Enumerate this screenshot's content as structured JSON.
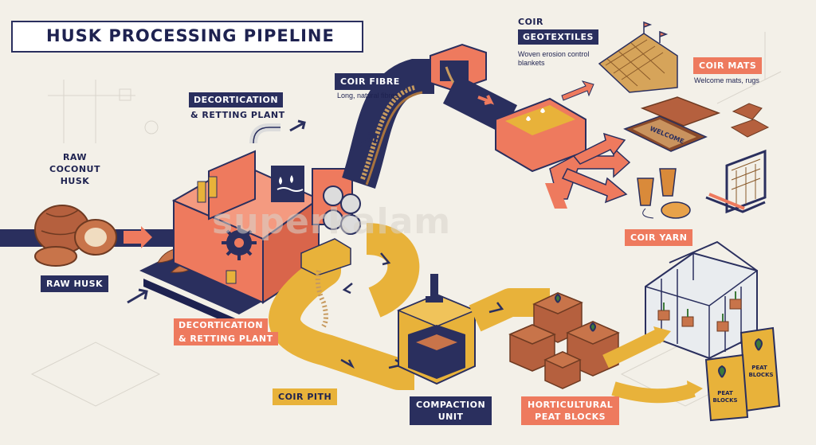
{
  "title": "HUSK PROCESSING PIPELINE",
  "watermark": "superkalam",
  "labels": {
    "raw_coconut_husk": [
      "RAW",
      "COCONUT",
      "HUSK"
    ],
    "raw_husk": "RAW HUSK",
    "decortication_top": [
      "DECORTICATION",
      "& RETTING PLANT"
    ],
    "decortication_bottom": [
      "DECORTICATION",
      "& RETTING PLANT"
    ],
    "coir_fibre": "COIR FIBRE",
    "coir_fibre_sub": "Long, natural fibres",
    "coir_geotextiles": [
      "COIR",
      "GEOTEXTILES"
    ],
    "geotextiles_sub": [
      "Woven erosion control",
      "blankets"
    ],
    "coir_mats": "COIR MATS",
    "coir_mats_sub": "Welcome mats, rugs",
    "coir_yarn": "COIR YARN",
    "coir_pith": "COIR PITH",
    "compaction_unit": [
      "COMPACTION",
      "UNIT"
    ],
    "peat_blocks": [
      "HORTICULTURAL",
      "PEAT BLOCKS"
    ],
    "mat_word": "WELCOME",
    "bag_text": [
      "PEAT",
      "BLOCKS"
    ]
  },
  "colors": {
    "navy": "#2a2f5e",
    "coral": "#ee7a5e",
    "gold": "#e8b23a",
    "brown": "#b5603e",
    "background": "#f3f0e8"
  },
  "icons": [
    "coconut-icon",
    "gear-icon",
    "water-drops-icon",
    "seedling-icon",
    "greenhouse-icon",
    "loom-icon",
    "spool-icon"
  ]
}
